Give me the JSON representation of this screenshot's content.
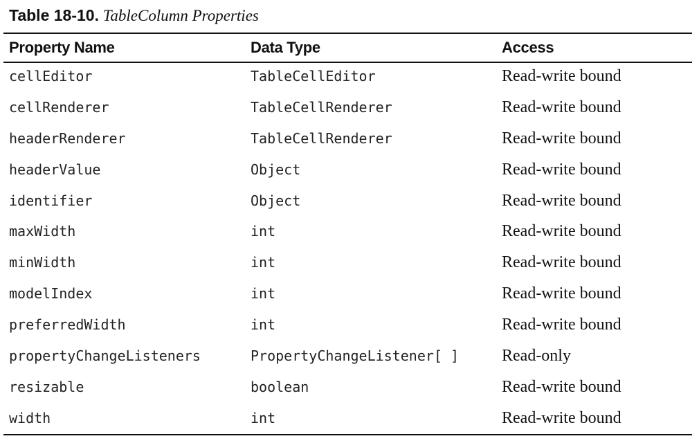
{
  "caption": {
    "label": "Table 18-10.",
    "title": "TableColumn Properties"
  },
  "table": {
    "headers": [
      "Property Name",
      "Data Type",
      "Access"
    ],
    "rows": [
      [
        "cellEditor",
        "TableCellEditor",
        "Read-write bound"
      ],
      [
        "cellRenderer",
        "TableCellRenderer",
        "Read-write bound"
      ],
      [
        "headerRenderer",
        "TableCellRenderer",
        "Read-write bound"
      ],
      [
        "headerValue",
        "Object",
        "Read-write bound"
      ],
      [
        "identifier",
        "Object",
        "Read-write bound"
      ],
      [
        "maxWidth",
        "int",
        "Read-write bound"
      ],
      [
        "minWidth",
        "int",
        "Read-write bound"
      ],
      [
        "modelIndex",
        "int",
        "Read-write bound"
      ],
      [
        "preferredWidth",
        "int",
        "Read-write bound"
      ],
      [
        "propertyChangeListeners",
        "PropertyChangeListener[ ]",
        "Read-only"
      ],
      [
        "resizable",
        "boolean",
        "Read-write bound"
      ],
      [
        "width",
        "int",
        "Read-write bound"
      ]
    ]
  }
}
